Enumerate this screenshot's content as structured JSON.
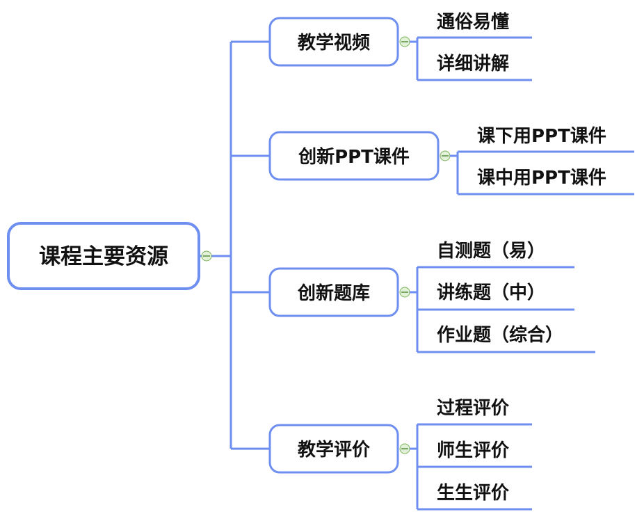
{
  "root": {
    "label": "课程主要资源"
  },
  "branches": [
    {
      "label": "教学视频",
      "items": [
        "通俗易懂",
        "详细讲解"
      ]
    },
    {
      "label": "创新PPT课件",
      "items": [
        "课下用PPT课件",
        "课中用PPT课件"
      ]
    },
    {
      "label": "创新题库",
      "items": [
        "自测题（易）",
        "讲练题（中）",
        "作业题（综合）"
      ]
    },
    {
      "label": "教学评价",
      "items": [
        "过程评价",
        "师生评价",
        "生生评价"
      ]
    }
  ]
}
